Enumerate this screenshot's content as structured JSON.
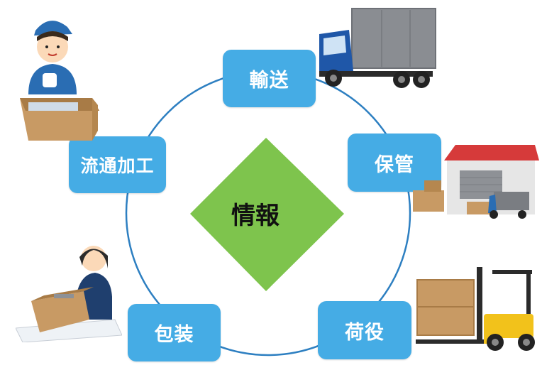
{
  "center": {
    "label": "情報"
  },
  "nodes": {
    "transport": "輸送",
    "storage": "保管",
    "processing": "流通加工",
    "packaging": "包装",
    "handling": "荷役"
  },
  "colors": {
    "node_fill": "#45ace5",
    "ring_stroke": "#2d7fc1",
    "diamond_fill": "#7ec44d",
    "text_on_node": "#ffffff"
  },
  "illustrations": [
    "delivery-worker-with-box",
    "box-truck",
    "warehouse-with-truck",
    "packer-with-box",
    "forklift-with-boxes"
  ]
}
